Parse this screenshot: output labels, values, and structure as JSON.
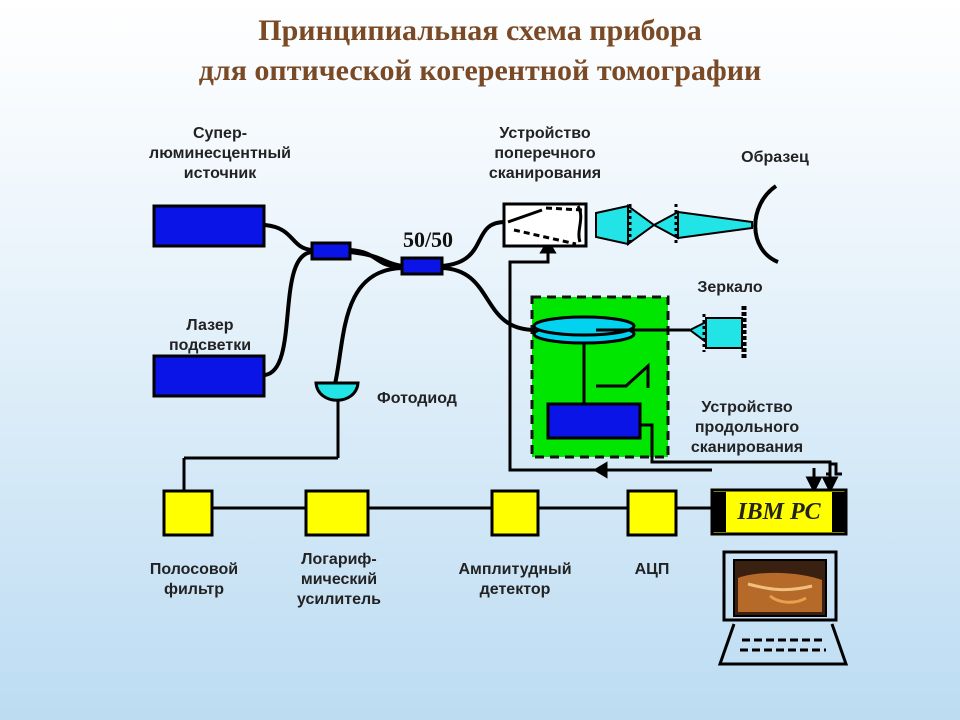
{
  "title": {
    "line1": "Принципиальная схема прибора",
    "line2": "для оптической когерентной томографии"
  },
  "labels": {
    "source": "Супер-\nлюминесцентный\nисточник",
    "laser": "Лазер\nподсветки",
    "splitter_ratio": "50/50",
    "transverse_scan": "Устройство\nпоперечного\nсканирования",
    "sample": "Образец",
    "mirror": "Зеркало",
    "photodiode": "Фотодиод",
    "longitudinal_scan": "Устройство\nпродольного\nсканирования",
    "bandpass": "Полосовой\nфильтр",
    "log_amp": "Логариф-\nмический\nусилитель",
    "amp_detector": "Амплитудный\nдетектор",
    "adc": "АЦП",
    "pc": "IBM  PC"
  },
  "colors": {
    "blue_block": "#0a14e6",
    "yellow_block": "#ffff00",
    "green_panel": "#00e600",
    "cyan_optics": "#22e3e6",
    "title_brown": "#7a4a26"
  }
}
